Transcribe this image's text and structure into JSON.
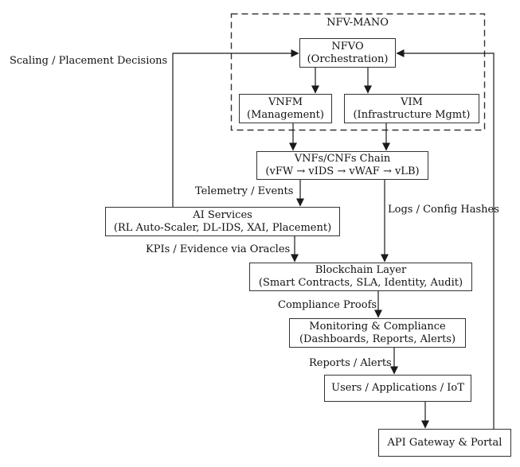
{
  "diagram": {
    "group_title": "NFV-MANO",
    "nodes": {
      "nfvo": {
        "title": "NFVO",
        "subtitle": "(Orchestration)"
      },
      "vnfm": {
        "title": "VNFM",
        "subtitle": "(Management)"
      },
      "vim": {
        "title": "VIM",
        "subtitle": "(Infrastructure Mgmt)"
      },
      "chain": {
        "title": "VNFs/CNFs Chain",
        "subtitle": "(vFW → vIDS → vWAF → vLB)"
      },
      "ai": {
        "title": "AI Services",
        "subtitle": "(RL Auto-Scaler, DL-IDS, XAI, Placement)"
      },
      "blockchain": {
        "title": "Blockchain Layer",
        "subtitle": "(Smart Contracts, SLA, Identity, Audit)"
      },
      "monitoring": {
        "title": "Monitoring & Compliance",
        "subtitle": "(Dashboards, Reports, Alerts)"
      },
      "users": {
        "title": "Users / Applications / IoT"
      },
      "api": {
        "title": "API Gateway & Portal"
      }
    },
    "edge_labels": {
      "scaling": "Scaling / Placement Decisions",
      "telemetry": "Telemetry / Events",
      "logs": "Logs / Config Hashes",
      "kpis": "KPIs / Evidence via Oracles",
      "compliance": "Compliance Proofs",
      "reports": "Reports / Alerts"
    },
    "colors": {
      "line": "#1a1a1a",
      "box_border": "#333333",
      "background": "#ffffff",
      "text": "#111111"
    }
  }
}
